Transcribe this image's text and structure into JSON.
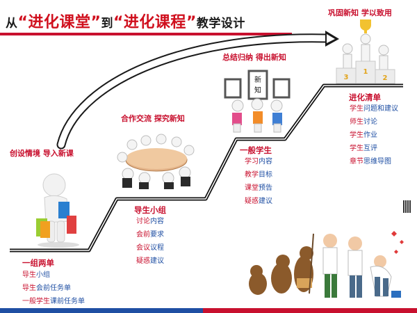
{
  "title": {
    "prefix": "从",
    "q1_open": "“",
    "phrase1": "进化课堂",
    "q1_close": "”",
    "middle": "到",
    "q2_open": "“",
    "phrase2": "进化课程",
    "q2_close": "”",
    "suffix": "教学设计"
  },
  "stages": [
    {
      "label": "创设情境 导入新课",
      "color": "#c8102e"
    },
    {
      "label": "合作交流 探究新知",
      "color": "#c8102e"
    },
    {
      "label": "总结归纳 得出新知",
      "color": "#c8102e"
    },
    {
      "label": "巩固新知 学以致用",
      "color": "#c8102e"
    }
  ],
  "blocks": [
    {
      "heading": "一组两单",
      "items": [
        [
          "导生",
          "小组"
        ],
        [
          "导生",
          "会前任务单"
        ],
        [
          "一般学生",
          "课前任务单"
        ]
      ]
    },
    {
      "heading": "导生小组",
      "items": [
        [
          "讨论",
          "内容"
        ],
        [
          "会前",
          "要求"
        ],
        [
          "会议",
          "议程"
        ],
        [
          "疑惑",
          "建议"
        ]
      ]
    },
    {
      "heading": "一般学生",
      "items": [
        [
          "学习",
          "内容"
        ],
        [
          "教学",
          "目标"
        ],
        [
          "课堂",
          "预告"
        ],
        [
          "疑惑",
          "建议"
        ]
      ]
    },
    {
      "heading": "进化清单",
      "items": [
        [
          "学生",
          "问题和建议"
        ],
        [
          "师生",
          "讨论"
        ],
        [
          "学生",
          "作业"
        ],
        [
          "学生",
          "互评"
        ],
        [
          "章节",
          "思维导图"
        ]
      ]
    }
  ],
  "board_text": [
    "新",
    "知"
  ],
  "podium_numbers": [
    "3",
    "1",
    "2"
  ],
  "colors": {
    "accent_red": "#c8102e",
    "brand_blue": "#1f4fa3",
    "stair": "#1a1a1a",
    "arrow": "#1a1a1a"
  },
  "icons": [
    "person-with-bags-icon",
    "meeting-table-icon",
    "whiteboard-group-icon",
    "podium-winners-icon",
    "evolution-icon"
  ]
}
